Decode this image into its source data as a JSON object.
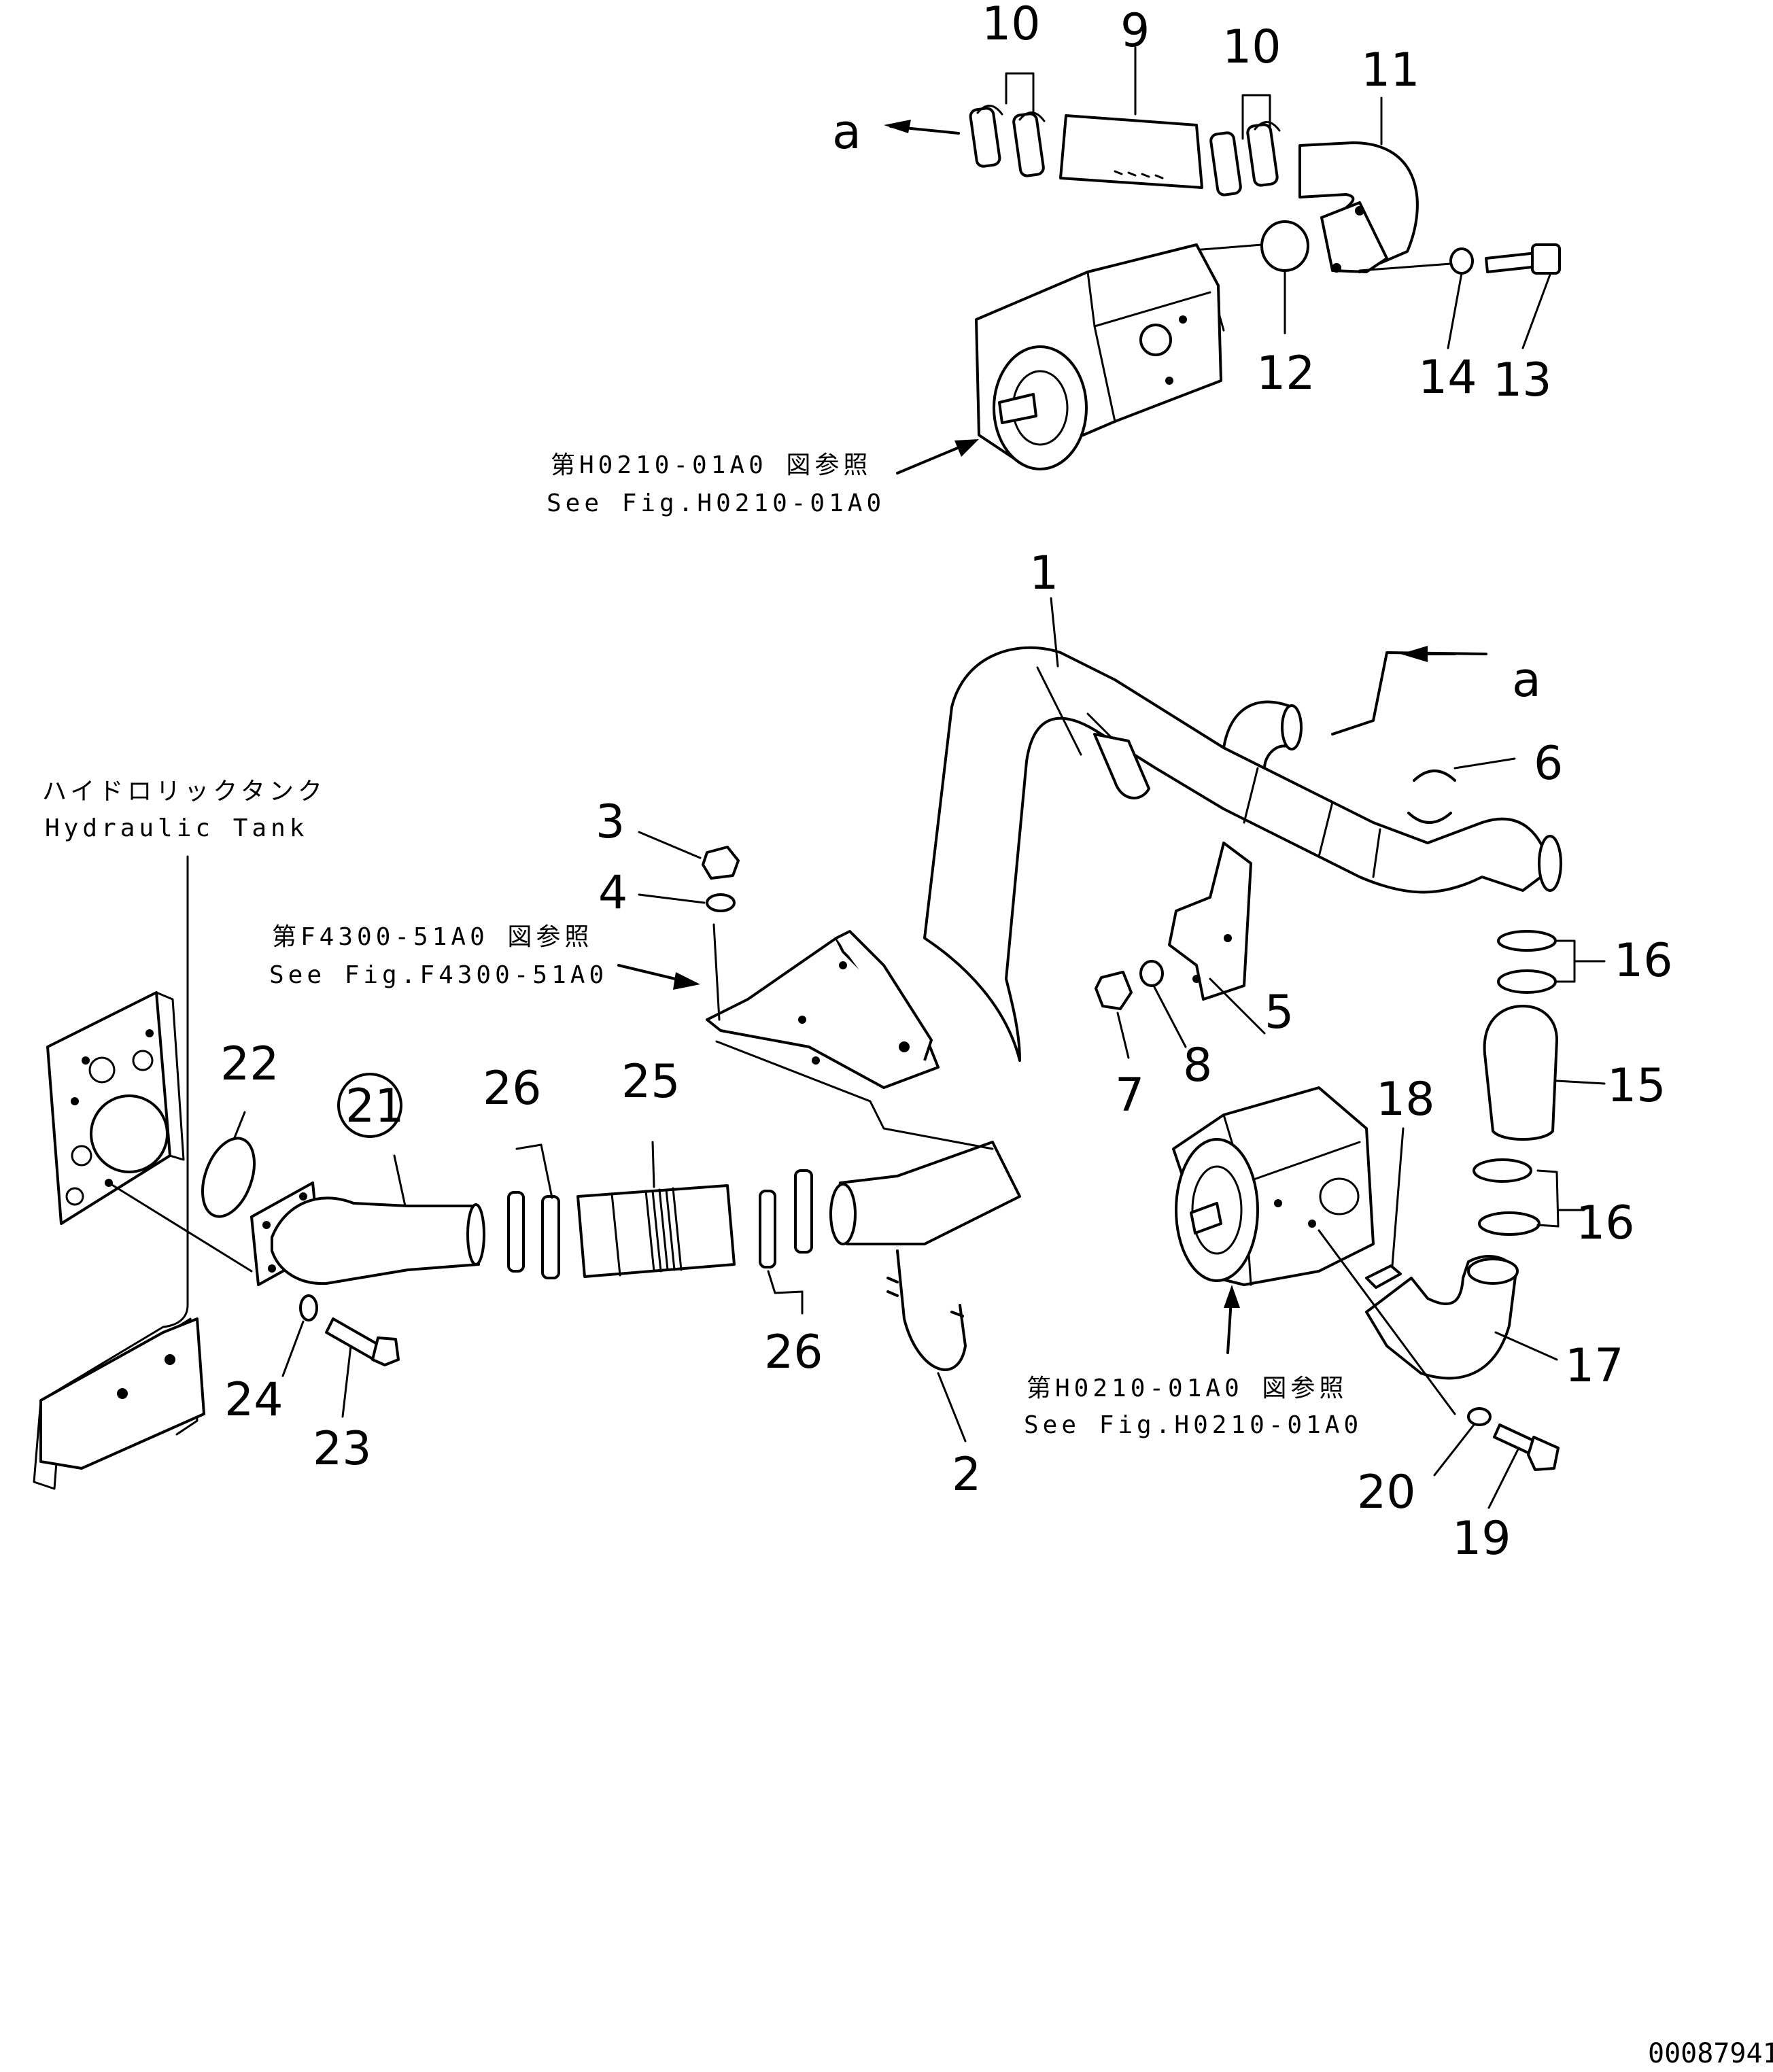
{
  "callouts": {
    "n1": "1",
    "n2": "2",
    "n3": "3",
    "n4": "4",
    "n5": "5",
    "n6": "6",
    "n7": "7",
    "n8": "8",
    "n9": "9",
    "n10a": "10",
    "n10b": "10",
    "n11": "11",
    "n12": "12",
    "n13": "13",
    "n14": "14",
    "n15": "15",
    "n16a": "16",
    "n16b": "16",
    "n17": "17",
    "n18": "18",
    "n19": "19",
    "n20": "20",
    "n21": "21",
    "n22": "22",
    "n23": "23",
    "n24": "24",
    "n25": "25",
    "n26a": "26",
    "n26b": "26"
  },
  "letters": {
    "a_top": "a",
    "a_mid": "a"
  },
  "references": {
    "pump_top_jp": "第H0210-01A0 図参照",
    "pump_top_en": "See Fig.H0210-01A0",
    "bracket_jp": "第F4300-51A0 図参照",
    "bracket_en": "See Fig.F4300-51A0",
    "pump_bottom_jp": "第H0210-01A0 図参照",
    "pump_bottom_en": "See Fig.H0210-01A0"
  },
  "tank": {
    "label_jp": "ハイドロリックタンク",
    "label_en": "Hydraulic Tank"
  },
  "drawing_id": "00087941"
}
